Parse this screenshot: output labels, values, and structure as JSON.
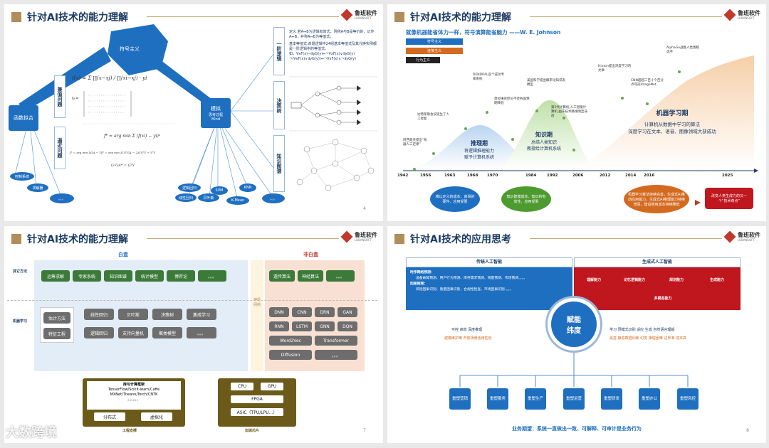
{
  "watermark": "大数跨境",
  "slide1": {
    "title": "针对AI技术的能力理解",
    "logo_name": "鲁班软件",
    "logo_sub": "LUBANSOFT",
    "page": "4",
    "symbolism": "符号主义",
    "function_fit": "函数拟合",
    "approx_problem": "兼值问题",
    "approach_problem": "逼近问题",
    "simulate": "模拟",
    "simulate_sub": "思考过程",
    "mind": "Mind",
    "left_nodes": [
      "控制系统",
      "求解器",
      "。。。"
    ],
    "right_nodes": [
      "线性回归",
      "逻辑回归",
      "贝叶斯",
      "SVM",
      "K-Mean",
      "KNN",
      "。。。"
    ],
    "boxes": [
      "一阶逻辑",
      "决策树",
      "知识图谱"
    ],
    "def_text_1": "定义 若A⇔B为逻辑有效式，则称A与B是等价的，记作 A⇔B，并称A⇔B为等值式。",
    "def_text_2": "基本等值式:命题逻辑中24组基本等值式及其代换实例都是一阶逻辑中的等值式。",
    "def_text_3": "如，∀xF(x)→∃yG(y)⇔¬∀xF(x)∨∃yG(y)",
    "def_text_4": "¬(∀xF(x)∨∃yG(y))⇔¬∀xF(x)∧¬∃yG(y)",
    "formula_1": "f(x) = Σ ∏(x−xj) / ∏(xi−xj) · yi",
    "formula_2": "f* = arg min Σ (f(xi) − yi)²",
    "formula_3": "J* = arg min ||GA − Y||² = arg min AᵀGᵀGA − 2AᵀGᵀY + YᵀY",
    "formula_4": "GᵀGA* = GᵀY",
    "matrix_label": "G ="
  },
  "slide2": {
    "title": "针对AI技术的能力理解",
    "logo_name": "鲁班软件",
    "logo_sub": "LUBANSOFT",
    "quote": "就像机器能省体力一样，符号演算能省脑力 ——W. E. Johnson",
    "legend": [
      "符号主义",
      "连接主义",
      "行为主义"
    ],
    "legend_colors": [
      "#1f6fc0",
      "#d46a1f",
      "#222222"
    ],
    "years": [
      "1942",
      "1956",
      "1963",
      "1968",
      "1970",
      "1984",
      "1992",
      "2006",
      "2012",
      "2014",
      "2016",
      "2025"
    ],
    "phase1_title": "推理期",
    "phase1_desc_1": "将逻辑推理能力",
    "phase1_desc_2": "赋予计算机系统",
    "phase2_title": "知识期",
    "phase2_desc_1": "总结人类知识",
    "phase2_desc_2": "教授给计算机系统",
    "phase3_title": "机器学习期",
    "phase3_desc_1": "计算机从数据中学习的算法",
    "phase3_desc_2": "深度学习在文本、语音、图像领域大获成功",
    "events": [
      "阿西莫夫提出“机器人三定律”",
      "达特茅斯会议诞生了人工智能",
      "DENDRAL首个成功专家系统",
      "莫拉维克悖论不佳各国预期降低",
      "美国科学提出概率论知识表模型",
      "第5代计算机,人工智能计算机,由于技术路线明显滞后",
      "Hinton提出深度学习的文章",
      "CNN超越二百十个百分点夺冠ImageNet",
      "AlphaGo战胜人类围棋选手"
    ],
    "bottom_1": "难以定义的成本、高昂的硬件、应用受限",
    "bottom_2": "知识建模成本、知识的有效性、应用受限",
    "bottom_3": "机器学习算法持续完善，生成式AI推动应用能力，生成式AI推理能力持续增强，建设使用成本持续降低",
    "bottom_4": "改变人类生成力的又一个“技术奇点”"
  },
  "slide3": {
    "title": "针对AI技术的能力理解",
    "logo_name": "鲁班软件",
    "logo_sub": "LUBANSOFT",
    "page": "7",
    "whitebox": "白盒",
    "blackbox": "非白盒",
    "row1_label": "其它方法",
    "row2_label": "机器学习",
    "neural_label": "神经网络",
    "row1_white": [
      "运筹求解",
      "专家系统",
      "知识图谱",
      "统计模型",
      "博弈论",
      "。。。"
    ],
    "row1_black": [
      "遗传算法",
      "神经算法",
      "。。。"
    ],
    "ml_left": [
      "估计方法",
      "特征工程"
    ],
    "ml_white": [
      "线性回归",
      "贝叶斯",
      "决策树",
      "集成学习",
      "逻辑回归",
      "支持向量机",
      "聚类模型",
      "。。。"
    ],
    "ml_black": [
      "DNN",
      "CNN",
      "DRN",
      "GAN",
      "RNN",
      "LSTM",
      "GNN",
      "DQN",
      "Word2Vec",
      "Transformer",
      "Diffusion",
      "。。。"
    ],
    "lib_title": "库与计算框架",
    "lib_line1": "TensorFlow/Scikit-learn/Caffe",
    "lib_line2": "MXNet/Theano/Torch/CNTK",
    "lib_line3": "。。。。。。",
    "lib_btns": [
      "分布式",
      "虚拟化"
    ],
    "lib_caption": "工程支撑",
    "chip_btns": [
      "CPU",
      "GPU",
      "FPGA",
      "ASIC（TPU/LPU...）"
    ],
    "chip_caption": "加速芯片"
  },
  "slide4": {
    "title": "针对AI技术的应用思考",
    "logo_name": "鲁班软件",
    "logo_sub": "LUBANSOFT",
    "page": "8",
    "left_header": "传统人工智能",
    "right_header": "生成式人工智能",
    "left_l1": "时序网络预测：",
    "left_l2": "设备故障预测、用户行为预测、库存需求预测、销量预测、市场预测、。。。",
    "left_l3": "因果推理：",
    "left_l4": "风险因果识别、质量因果识别、合规性检查、市场因果识别、。。。",
    "right_caps": [
      "理解能力",
      "记忆逻辑能力",
      "规划能力",
      "生成能力"
    ],
    "right_multi": "多模态能力",
    "center_1": "赋能",
    "center_2": "纬度",
    "left_tags": "可控 高效 深度推理",
    "left_tags2": "建模维护难 开放场景适用性低",
    "right_tags": "学习 预模式识别 适应 生成 自然语言理解",
    "right_tags2": "黑盒 静态数据训练 幻觉 推理困难 边界准 成本高",
    "industries": [
      "重塑营销",
      "重塑服务",
      "重塑生产",
      "重塑运营",
      "重塑研发",
      "重塑办公",
      "重塑风控"
    ],
    "expectation": "业务期望：系统一直做出一致、可解释、可审计是业务行为"
  }
}
